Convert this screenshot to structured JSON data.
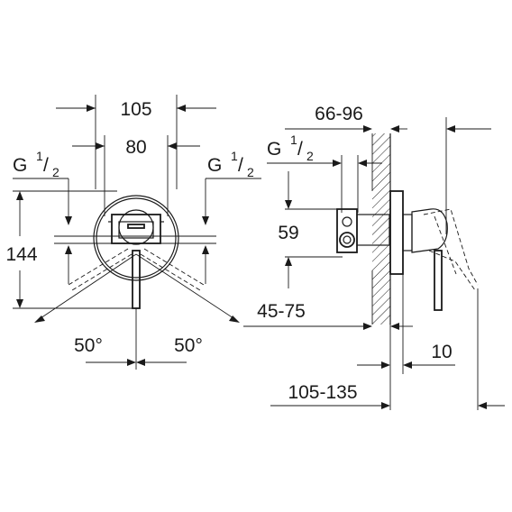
{
  "front_view": {
    "dims": {
      "outer_width": "105",
      "inner_width": "80",
      "height": "144",
      "angle_left": "50°",
      "angle_right": "50°"
    },
    "thread_left": {
      "base": "G ",
      "num": "1",
      "slash": "/",
      "den": "2"
    },
    "thread_right": {
      "base": "G ",
      "num": "1",
      "slash": "/",
      "den": "2"
    }
  },
  "side_view": {
    "dims": {
      "wall_depth": "66-96",
      "inlet_offset": "59",
      "install_depth": "45-75",
      "plate": "10",
      "total_depth": "105-135"
    },
    "thread": {
      "base": "G ",
      "num": "1",
      "slash": "/",
      "den": "2"
    }
  }
}
